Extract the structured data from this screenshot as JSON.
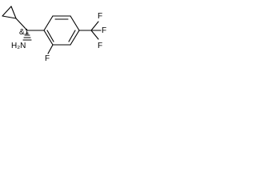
{
  "structure": {
    "atom_labels": {
      "amine": "H₂N",
      "fluoro": "F",
      "trifluoro_f1": "F",
      "trifluoro_f2": "F",
      "trifluoro_f3": "F"
    },
    "stereo": {
      "label": "&1"
    }
  }
}
